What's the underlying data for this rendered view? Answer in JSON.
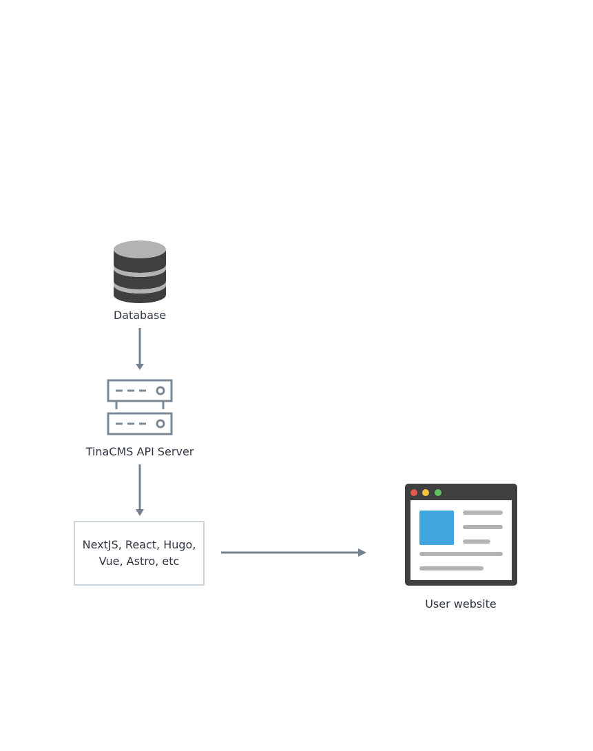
{
  "nodes": {
    "database": {
      "label": "Database",
      "icon": "database-icon"
    },
    "api_server": {
      "label": "TinaCMS API Server",
      "icon": "server-icon"
    },
    "frameworks": {
      "line1": "NextJS, React, Hugo,",
      "line2": "Vue, Astro, etc"
    },
    "website": {
      "label": "User website",
      "icon": "browser-window-icon"
    }
  },
  "colors": {
    "arrow": "#738292",
    "text": "#2f3542",
    "db_dark": "#3f3f3f",
    "db_light": "#b3b3b3",
    "server_stroke": "#7b8895",
    "box_border": "#cbd2da",
    "browser_frame": "#3f3f3f",
    "browser_dot_red": "#e2584f",
    "browser_dot_yellow": "#f2c440",
    "browser_dot_green": "#60c05e",
    "browser_image": "#41a5de",
    "browser_lines": "#b3b3b3"
  }
}
